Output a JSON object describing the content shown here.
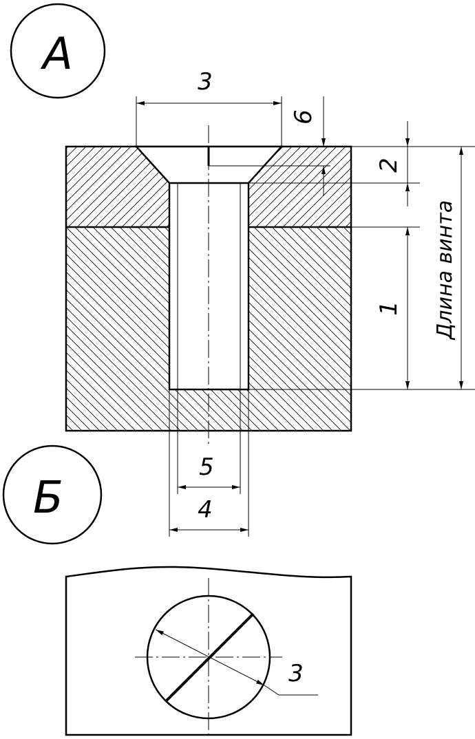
{
  "views": {
    "a": {
      "letter": "А"
    },
    "b": {
      "letter": "Б"
    }
  },
  "dimensions": {
    "d1": "1",
    "d2": "2",
    "d3": "3",
    "d4": "4",
    "d5": "5",
    "d6": "6",
    "screw_length": "Длина винта",
    "d3_view_b": "3"
  }
}
